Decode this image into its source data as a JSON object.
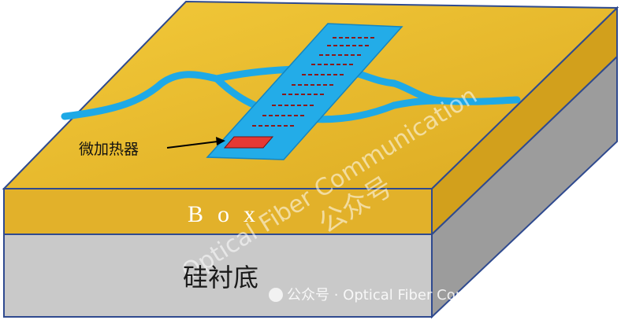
{
  "labels": {
    "box": "Box",
    "substrate": "硅衬底",
    "heater": "微加热器"
  },
  "watermark": {
    "line1": "Optical Fiber Communication",
    "line2": "公众号"
  },
  "footer": {
    "text": "公众号 · Optical Fiber Communication"
  },
  "colors": {
    "top_surface": "#E8B82A",
    "box_front": "#E3B22C",
    "box_side": "#D7A61E",
    "substrate_front": "#C8C8C8",
    "substrate_side": "#9E9E9E",
    "waveguide": "#1EA9E6",
    "heater": "#E53935",
    "outline": "#2F4A8F"
  }
}
